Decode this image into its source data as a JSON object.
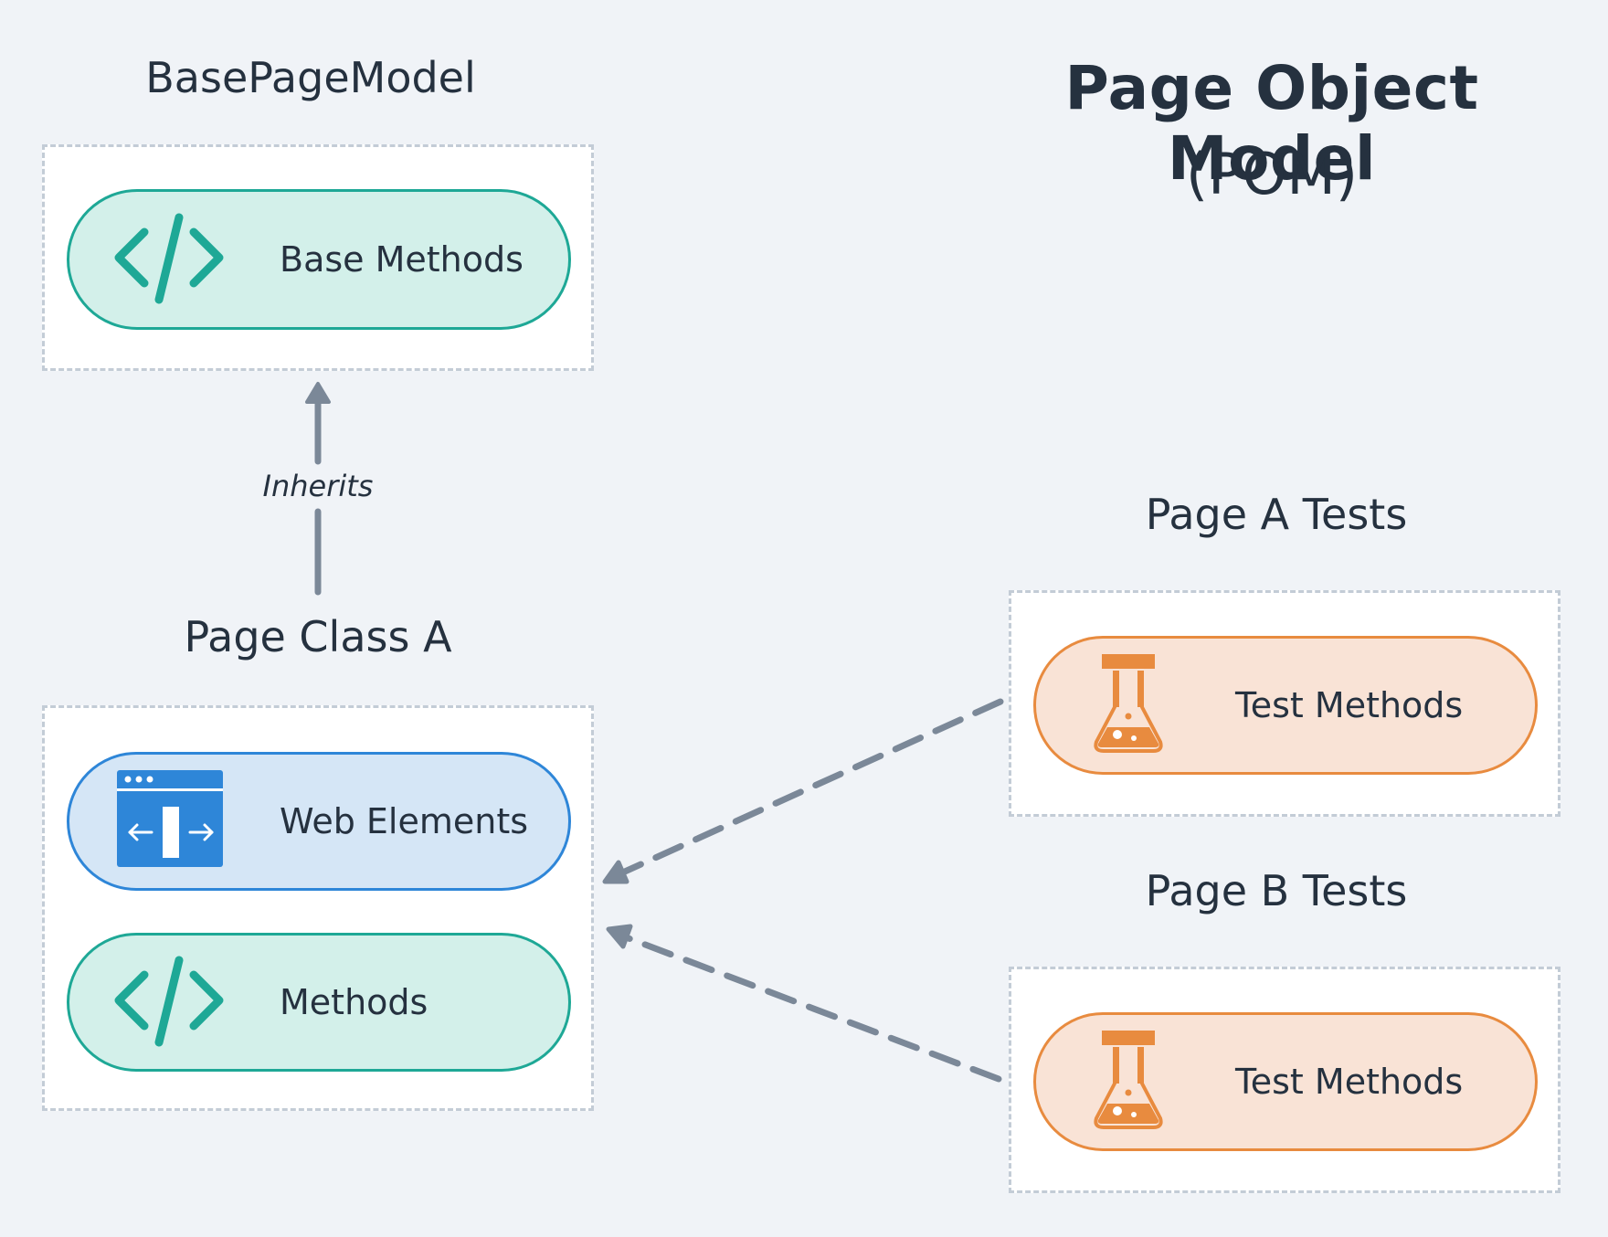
{
  "title": "Page Object Model",
  "subtitle": "(POM)",
  "base": {
    "label": "BasePageModel",
    "items": [
      {
        "label": "Base Methods",
        "icon": "code-icon"
      }
    ]
  },
  "inherits_label": "Inherits",
  "page_class": {
    "label": "Page Class A",
    "items": [
      {
        "label": "Web Elements",
        "icon": "browser-window-icon"
      },
      {
        "label": "Methods",
        "icon": "code-icon"
      }
    ]
  },
  "tests": [
    {
      "label": "Page A Tests",
      "item": {
        "label": "Test Methods",
        "icon": "flask-icon"
      }
    },
    {
      "label": "Page B Tests",
      "item": {
        "label": "Test Methods",
        "icon": "flask-icon"
      }
    }
  ],
  "colors": {
    "teal": "#1ea896",
    "blue": "#2e86d8",
    "orange": "#e88b3f",
    "arrow": "#7b8898"
  }
}
